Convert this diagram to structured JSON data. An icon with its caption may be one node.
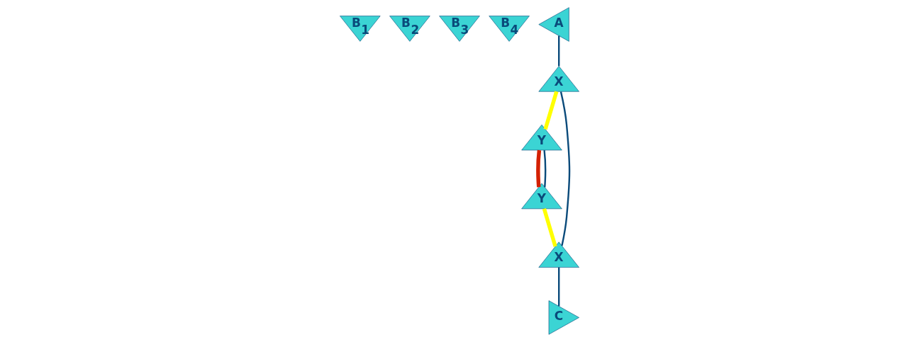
{
  "diagram": {
    "nodes": [
      {
        "text": [
          "B$_{1}$"
        ]
      },
      {
        "text": [
          "B$_{2}$"
        ]
      },
      {
        "text": [
          "B$_{3}$"
        ]
      },
      {
        "text": [
          "B$_{4}$"
        ]
      },
      {
        "text": [
          "A"
        ]
      },
      {
        "text": [
          "C"
        ]
      },
      {
        "text": [
          "X"
        ]
      },
      {
        "text": [
          "Y"
        ]
      },
      {
        "text": [
          "Y"
        ]
      },
      {
        "text": [
          "X"
        ]
      }
    ],
    "edges": [
      {
        "from": 4,
        "to": 6,
        "arrow": "none"
      },
      {
        "from": 6,
        "to": 7,
        "arrow": "none",
        "style": "thick",
        "color": "#ffff00"
      },
      {
        "from": 7,
        "to": 8,
        "arrow": "none",
        "style": "thick",
        "color": "#d42000"
      },
      {
        "from": 8,
        "to": 9,
        "arrow": "none",
        "style": "thick",
        "color": "#ffff00"
      },
      {
        "from": 9,
        "to": 5,
        "arrow": "none"
      },
      {
        "from": 6,
        "to": 9,
        "arrow": "none"
      },
      {
        "from": 7,
        "to": 8,
        "arrow": "none"
      }
    ]
  }
}
